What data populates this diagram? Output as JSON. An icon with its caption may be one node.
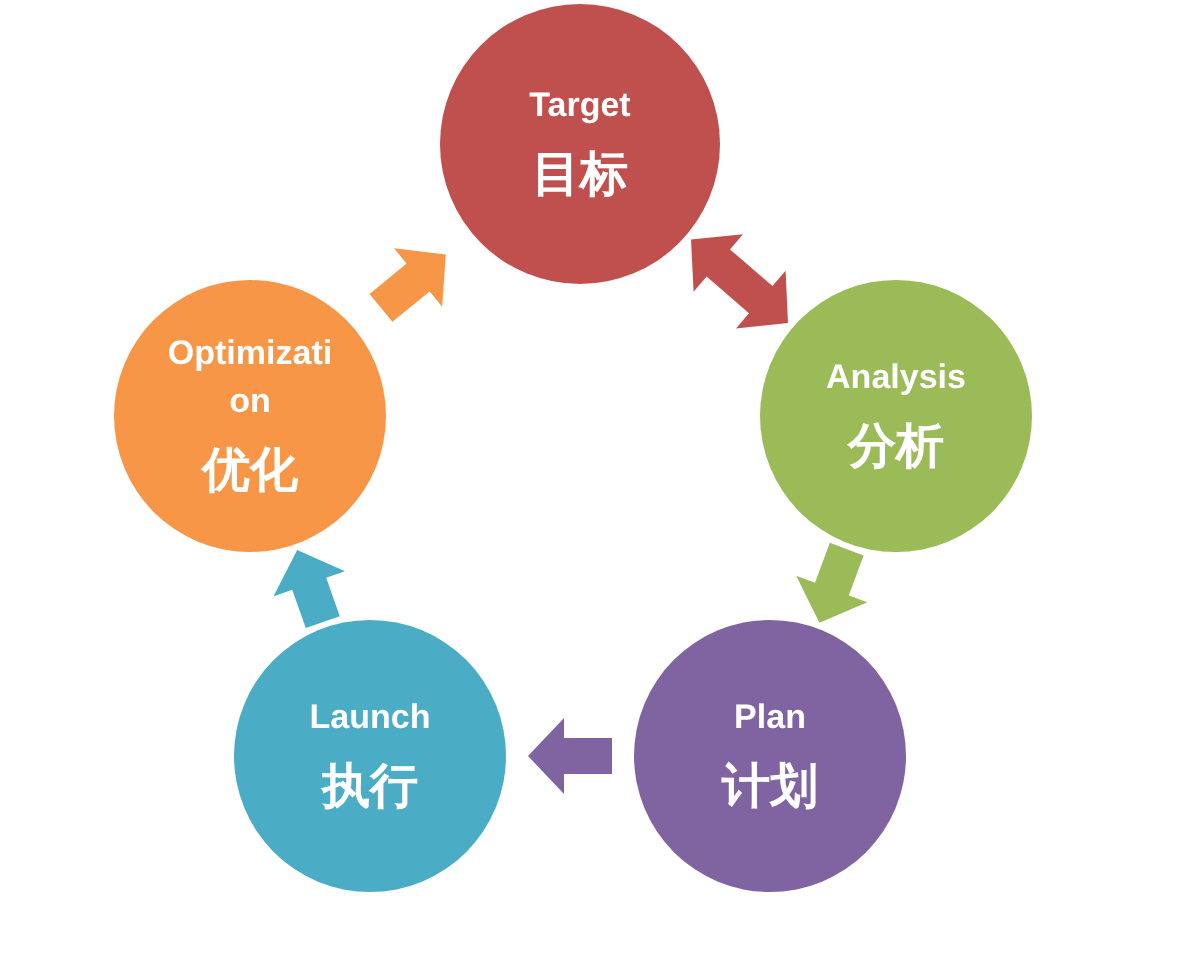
{
  "diagram": {
    "nodes": [
      {
        "text": [
          "Target",
          "目标"
        ]
      },
      {
        "text": [
          "Analysis",
          "分析"
        ]
      },
      {
        "text": [
          "Plan",
          "计划"
        ]
      },
      {
        "text": [
          "Launch",
          "执行"
        ]
      },
      {
        "text": [
          "Optimization",
          "优化"
        ]
      }
    ],
    "edges": [
      {
        "from": 0,
        "to": 1,
        "arrow": "both",
        "color": "#c0504d"
      },
      {
        "from": 1,
        "to": 2,
        "arrow": "to",
        "color": "#9bbb59"
      },
      {
        "from": 2,
        "to": 3,
        "arrow": "to",
        "color": "#8064a2"
      },
      {
        "from": 3,
        "to": 4,
        "arrow": "to",
        "color": "#4bacc6"
      },
      {
        "from": 4,
        "to": 0,
        "arrow": "to",
        "color": "#f79646"
      }
    ]
  }
}
